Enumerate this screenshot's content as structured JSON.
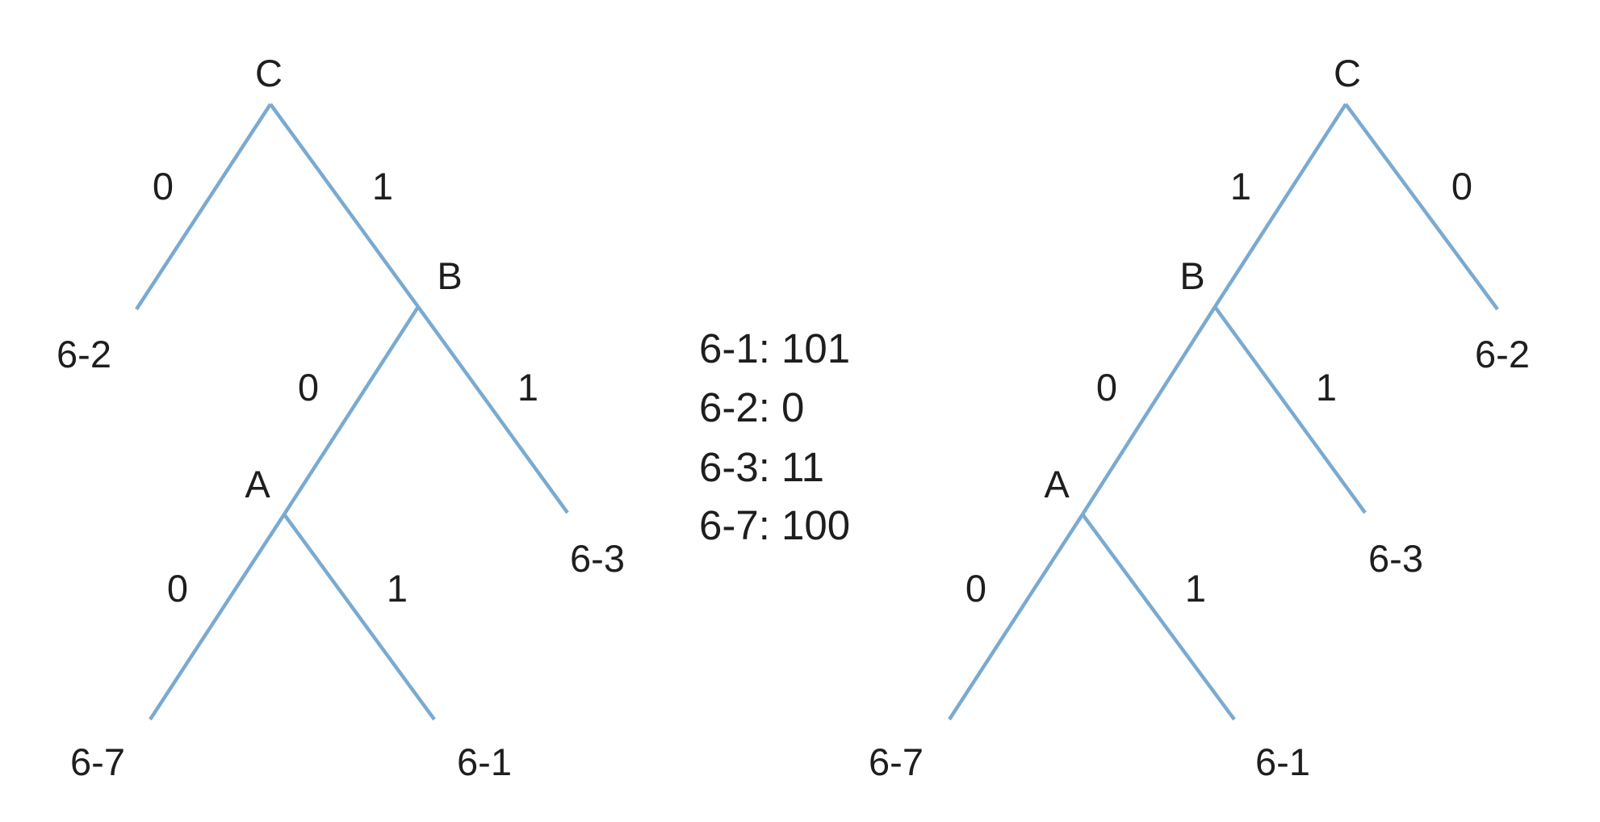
{
  "left_tree": {
    "root": "C",
    "internal_b": "B",
    "internal_a": "A",
    "edge_c_left": "0",
    "edge_c_right": "1",
    "edge_b_left": "0",
    "edge_b_right": "1",
    "edge_a_left": "0",
    "edge_a_right": "1",
    "leaf_c": "6-2",
    "leaf_b": "6-3",
    "leaf_a_left": "6-7",
    "leaf_a_right": "6-1"
  },
  "codes": [
    "6-1: 101",
    "6-2: 0",
    "6-3: 11",
    "6-7: 100"
  ],
  "right_tree": {
    "root": "C",
    "internal_b": "B",
    "internal_a": "A",
    "edge_c_left": "1",
    "edge_c_right": "0",
    "edge_b_left": "0",
    "edge_b_right": "1",
    "edge_a_left": "0",
    "edge_a_right": "1",
    "leaf_c": "6-2",
    "leaf_b": "6-3",
    "leaf_a_left": "6-7",
    "leaf_a_right": "6-1"
  }
}
